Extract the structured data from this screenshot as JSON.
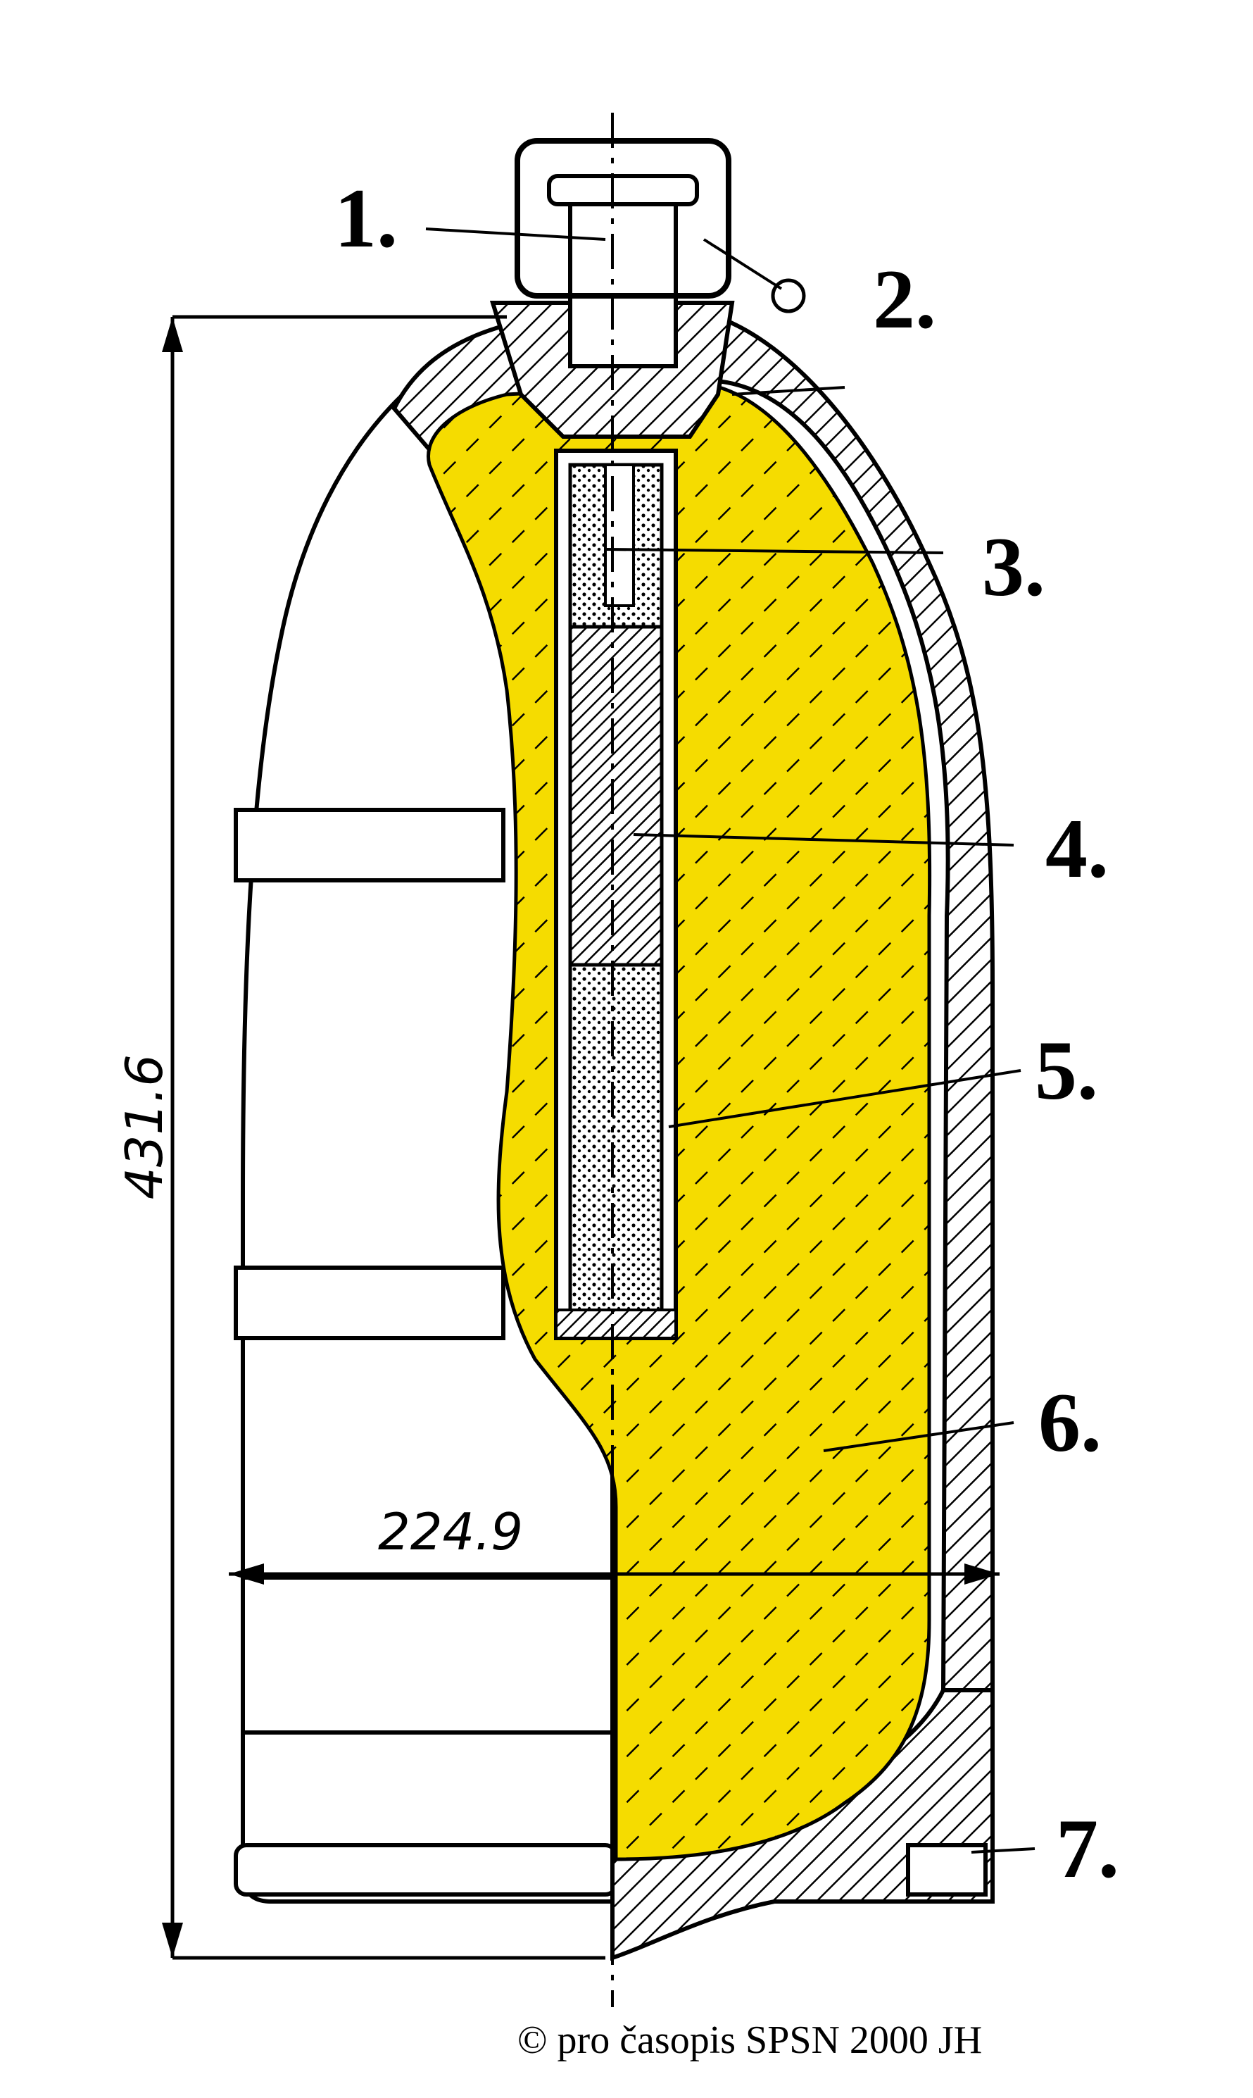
{
  "labels": {
    "l1": "1.",
    "l2": "2.",
    "l3": "3.",
    "l4": "4.",
    "l5": "5.",
    "l6": "6.",
    "l7": "7."
  },
  "dimensions": {
    "height": "431.6",
    "diameter": "224.9"
  },
  "copyright": "© pro časopis SPSN 2000 JH",
  "colors": {
    "filling": "#f5dc00",
    "ink": "#000000",
    "background": "#ffffff"
  }
}
